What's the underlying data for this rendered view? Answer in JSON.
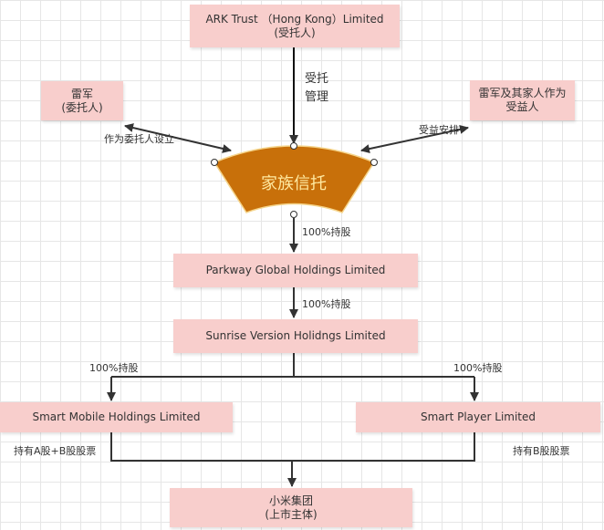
{
  "nodes": {
    "trustee": {
      "line1": "ARK Trust （Hong Kong）Limited",
      "line2": "(受托人)"
    },
    "settlor": {
      "line1": "雷军",
      "line2": "(委托人)"
    },
    "beneficiary": {
      "line1": "雷军及其家人作为",
      "line2": "受益人"
    },
    "family_trust": {
      "label": "家族信托"
    },
    "parkway": {
      "label": "Parkway Global Holdings Limited"
    },
    "sunrise": {
      "label": "Sunrise Version Holidngs Limited"
    },
    "smart_mobile": {
      "label": "Smart Mobile Holdings Limited"
    },
    "smart_player": {
      "label": "Smart Player Limited"
    },
    "xiaomi": {
      "line1": "小米集团",
      "line2": "(上市主体)"
    }
  },
  "edges": {
    "trust_mgmt_line1": "受托",
    "trust_mgmt_line2": "管理",
    "settlor_setup": "作为委托人设立",
    "benefit_arrangement": "受益安排",
    "trust_to_parkway": "100%持股",
    "parkway_to_sunrise": "100%持股",
    "sunrise_to_mobile": "100%持股",
    "sunrise_to_player": "100%持股",
    "mobile_to_xiaomi": "持有A股+B股股票",
    "player_to_xiaomi": "持有B股股票"
  },
  "colors": {
    "box": "#f8cecc",
    "trust_fill": "#c8700a",
    "trust_text": "#ffe9a0",
    "line": "#333333"
  }
}
